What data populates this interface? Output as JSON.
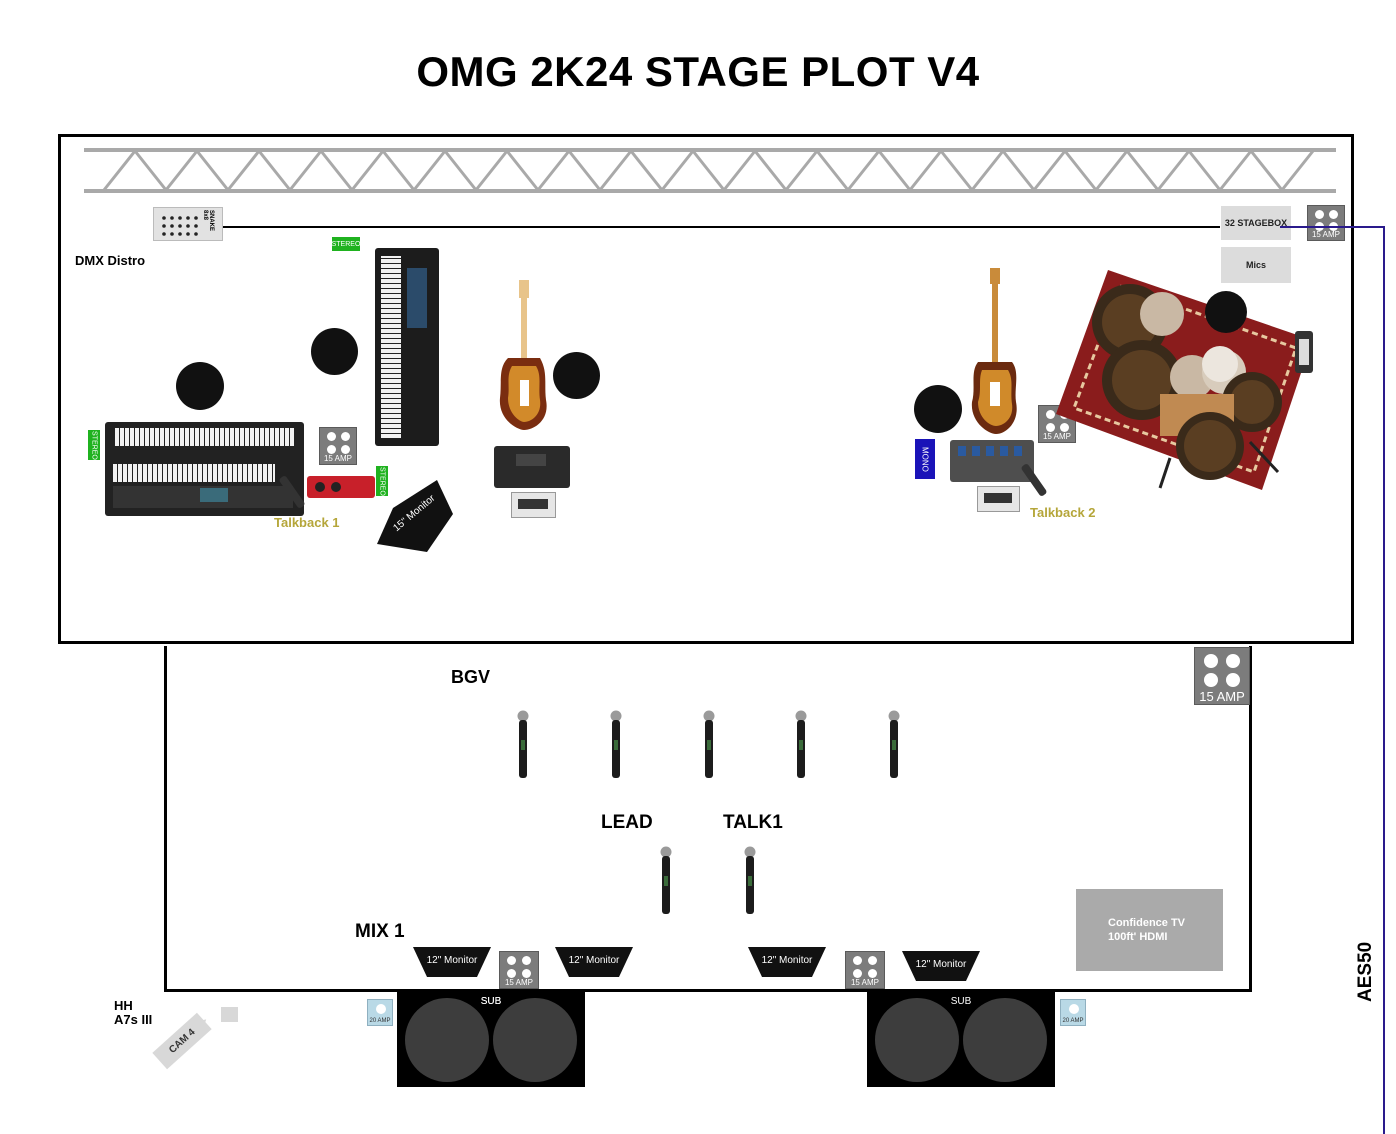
{
  "title": "OMG 2K24 STAGE PLOT V4",
  "stage_labels": {
    "dmx": "DMX Distro",
    "snake": "SNAKE 8x8",
    "stagebox": "32 STAGEBOX",
    "mics": "Mics",
    "talkback1": "Talkback 1",
    "talkback2": "Talkback 2",
    "monitor15": "15\" Monitor",
    "aes50": "AES50"
  },
  "tags": {
    "stereo": "STEREO",
    "mono": "MONO"
  },
  "outlets": {
    "amp15": "15 AMP",
    "amp20": "20 AMP"
  },
  "front": {
    "bgv": "BGV",
    "lead": "LEAD",
    "talk1": "TALK1",
    "mix1": "MIX 1",
    "wedge": "12\" Monitor",
    "sub": "SUB",
    "tv_line1": "Confidence TV",
    "tv_line2": "100ft' HDMI"
  },
  "camera": {
    "line1": "HH",
    "line2": "A7s III",
    "name": "CAM 4"
  },
  "colors": {
    "green": "#1fb21f",
    "blue": "#1a13b8",
    "talkback": "#b5a63a",
    "aes_line": "#2a1a8c",
    "truss": "#a9a9a9",
    "rug": "#8a1c1c"
  }
}
